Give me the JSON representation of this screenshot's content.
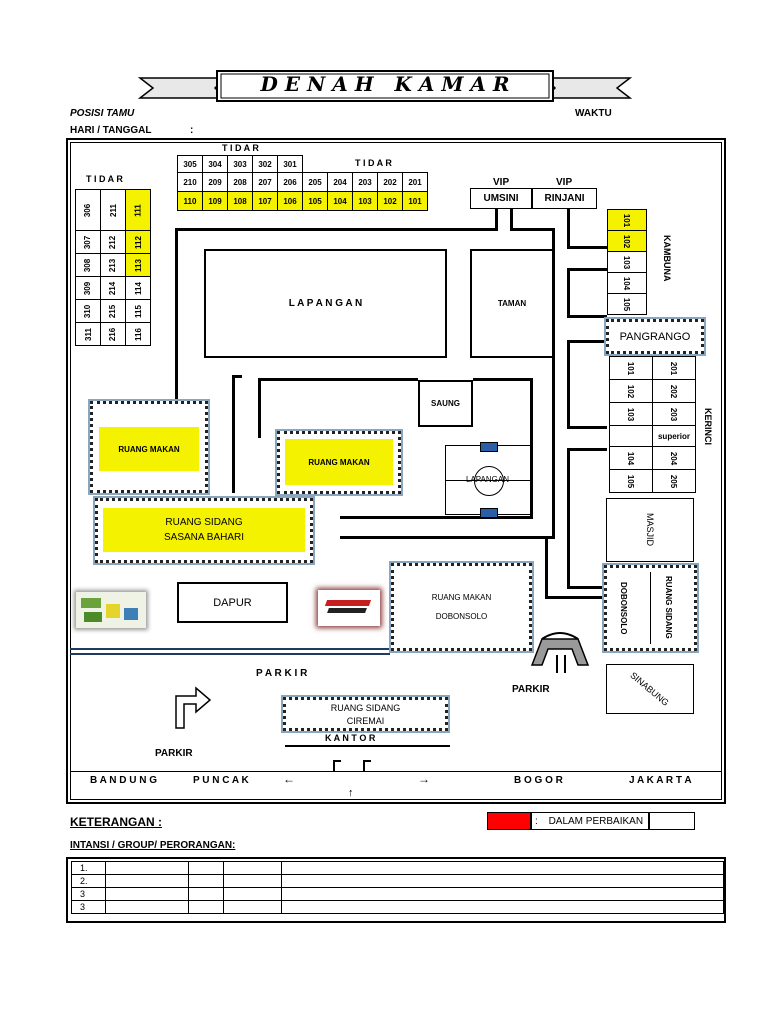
{
  "title": "D E N A H   K A M A R",
  "header": {
    "posisi_tamu": "POSISI TAMU",
    "waktu": "WAKTU",
    "hari_tanggal": "HARI / TANGGAL",
    "colon": ":"
  },
  "tidar": {
    "label_top": "T I D A R",
    "label_right": "T I D A R",
    "label_left": "T I D A R",
    "row3": [
      "305",
      "304",
      "303",
      "302",
      "301"
    ],
    "row2": [
      "210",
      "209",
      "208",
      "207",
      "206",
      "205",
      "204",
      "203",
      "202",
      "201"
    ],
    "row1": [
      "110",
      "109",
      "108",
      "107",
      "106",
      "105",
      "104",
      "103",
      "102",
      "101"
    ],
    "left_cols": [
      [
        "306",
        "211",
        "111"
      ],
      [
        "307",
        "212",
        "112"
      ],
      [
        "308",
        "213",
        "113"
      ],
      [
        "309",
        "214",
        "114"
      ],
      [
        "310",
        "215",
        "115"
      ],
      [
        "311",
        "216",
        "116"
      ]
    ]
  },
  "vip": {
    "label1": "VIP",
    "label2": "VIP",
    "umsini": "UMSINI",
    "rinjani": "RINJANI"
  },
  "kambuna": {
    "label": "KAMBUNA",
    "rooms": [
      "101",
      "102",
      "103",
      "104",
      "105"
    ]
  },
  "pangrango": "PANGRANGO",
  "kerinci": {
    "label": "KERINCI",
    "left": [
      "101",
      "102",
      "103"
    ],
    "right": [
      "201",
      "202",
      "203"
    ],
    "superior": "superior",
    "left2": [
      "104",
      "105"
    ],
    "right2": [
      "204",
      "205"
    ]
  },
  "areas": {
    "lapangan": "L A P A N G A N",
    "taman": "TAMAN",
    "saung": "SAUNG",
    "lapangan_small": "LAPANGAN",
    "ruang_makan_1": "RUANG MAKAN",
    "ruang_makan_2": "RUANG MAKAN",
    "ruang_sidang_1": "RUANG SIDANG",
    "ruang_sidang_2": "SASANA BAHARI",
    "dapur": "DAPUR",
    "rm_dobonsolo_1": "RUANG MAKAN",
    "rm_dobonsolo_2": "DOBONSOLO",
    "masjid": "MASJID",
    "dobonsolo_v": "DOBONSOLO",
    "ruang_sidang_v": "RUANG SIDANG",
    "sinabung": "SINABUNG",
    "parkir_center": "P A R K I R",
    "parkir_left": "PARKIR",
    "parkir_right": "PARKIR",
    "ciremai_1": "RUANG SIDANG",
    "ciremai_2": "CIREMAI",
    "kantor": "K A N T O R"
  },
  "directions": {
    "bandung": "B A N D U N G",
    "puncak": "P U N C A K",
    "left_arrow": "←",
    "right_arrow": "→",
    "bogor": "B O G O R",
    "jakarta": "J A K A R T A",
    "up_arrow": "↑"
  },
  "footer": {
    "keterangan": "KETERANGAN :",
    "legend_colon": ":",
    "legend_text": "DALAM PERBAIKAN",
    "legend_color": "#ff0000",
    "intansi": "INTANSI / GROUP/ PERORANGAN:",
    "rows": [
      "1.",
      "2.",
      "3",
      "3"
    ]
  },
  "colors": {
    "highlight": "#f5f200",
    "dotted_glow": "#8aa6bf"
  }
}
